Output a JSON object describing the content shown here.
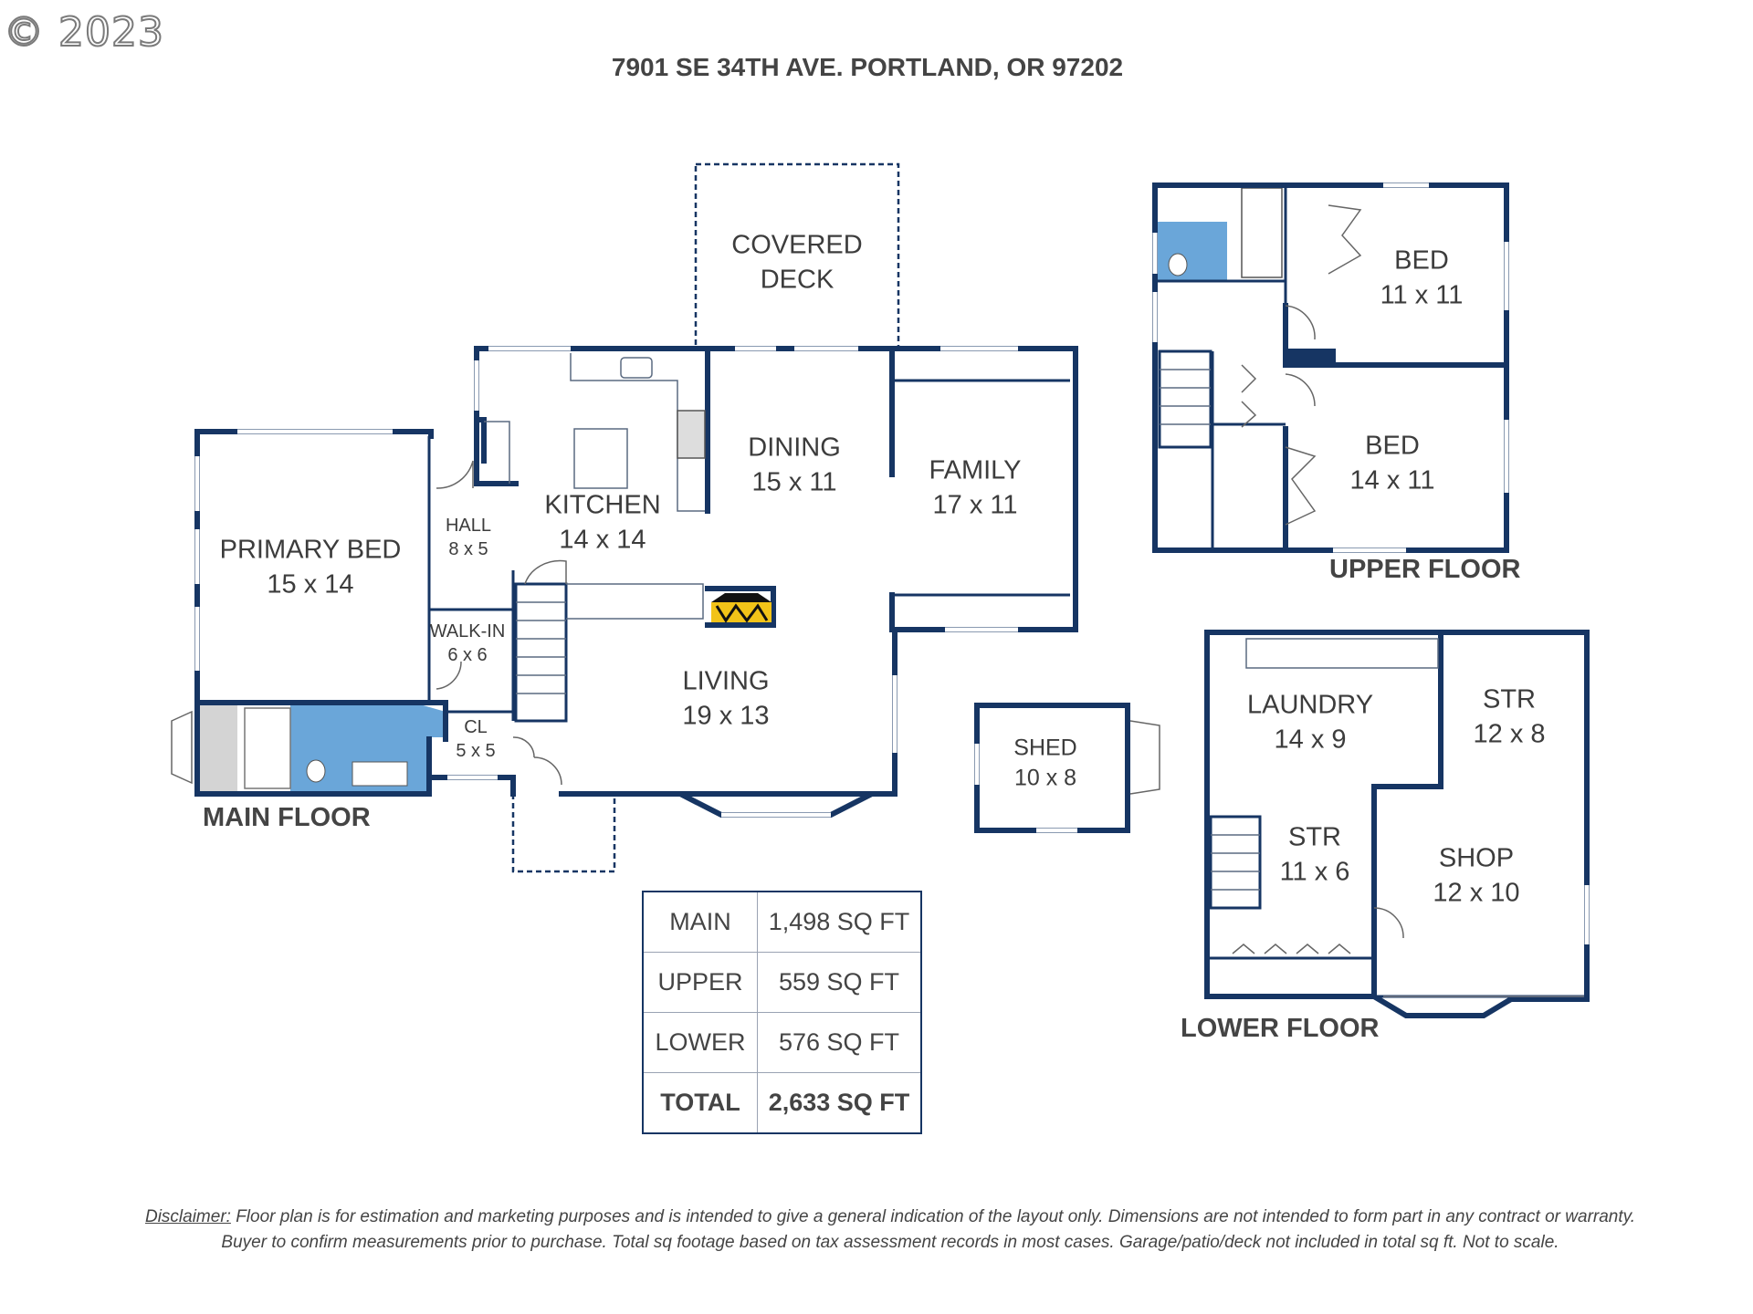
{
  "copyright": "© 2023",
  "address": "7901 SE 34TH AVE. PORTLAND, OR 97202",
  "rooms": {
    "covered_deck": {
      "name": "COVERED",
      "dim": "DECK"
    },
    "kitchen": {
      "name": "KITCHEN",
      "dim": "14 x 14"
    },
    "dining": {
      "name": "DINING",
      "dim": "15 x 11"
    },
    "family": {
      "name": "FAMILY",
      "dim": "17 x 11"
    },
    "primary_bed": {
      "name": "PRIMARY BED",
      "dim": "15 x 14"
    },
    "hall": {
      "name": "HALL",
      "dim": "8 x 5"
    },
    "walk_in": {
      "name": "WALK-IN",
      "dim": "6 x 6"
    },
    "cl": {
      "name": "CL",
      "dim": "5 x 5"
    },
    "living": {
      "name": "LIVING",
      "dim": "19 x 13"
    },
    "shed": {
      "name": "SHED",
      "dim": "10 x 8"
    },
    "bed_upper_1": {
      "name": "BED",
      "dim": "11 x 11"
    },
    "bed_upper_2": {
      "name": "BED",
      "dim": "14 x 11"
    },
    "laundry": {
      "name": "LAUNDRY",
      "dim": "14 x 9"
    },
    "str_lower_1": {
      "name": "STR",
      "dim": "12 x 8"
    },
    "str_lower_2": {
      "name": "STR",
      "dim": "11 x 6"
    },
    "shop": {
      "name": "SHOP",
      "dim": "12 x 10"
    }
  },
  "floors": {
    "main": "MAIN FLOOR",
    "upper": "UPPER FLOOR",
    "lower": "LOWER FLOOR"
  },
  "area_table": [
    {
      "label": "MAIN",
      "value": "1,498 SQ FT"
    },
    {
      "label": "UPPER",
      "value": "559 SQ FT"
    },
    {
      "label": "LOWER",
      "value": "576 SQ FT"
    },
    {
      "label": "TOTAL",
      "value": "2,633 SQ FT"
    }
  ],
  "disclaimer": {
    "label": "Disclaimer:",
    "line1": " Floor plan is for estimation and marketing purposes and is intended to give a general indication of the layout only. Dimensions are not intended to form part in any contract or warranty.",
    "line2": "Buyer to confirm measurements  prior to purchase. Total sq footage based on tax assessment records in most cases. Garage/patio/deck not included in total sq ft. Not to scale."
  },
  "colors": {
    "wall": "#163563",
    "bath_fill": "#6aa6d9",
    "shed_fill": "#d4d4d4",
    "fireplace": "#f2c318"
  }
}
